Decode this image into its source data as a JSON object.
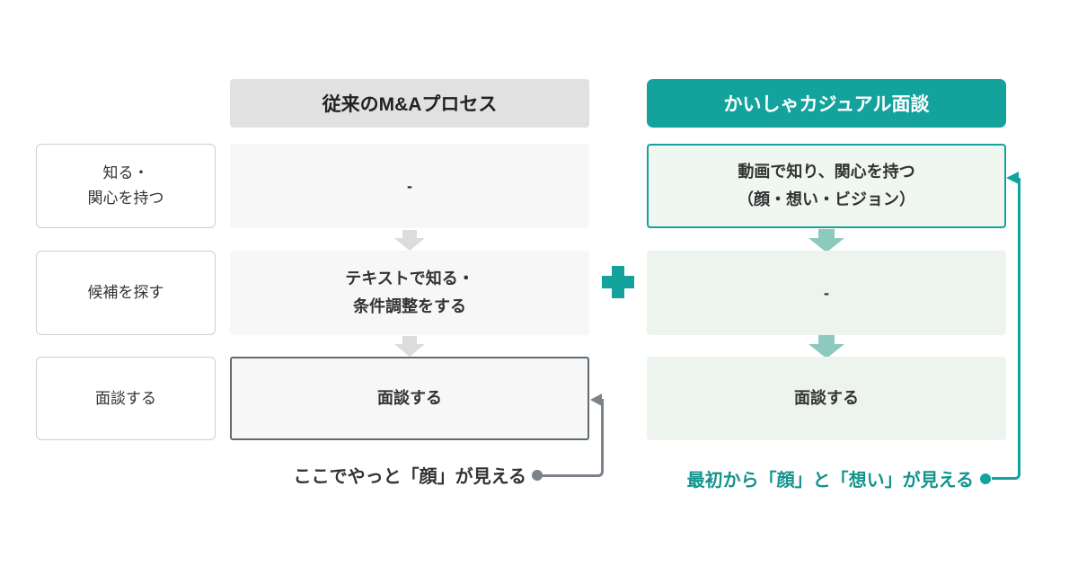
{
  "diagram": {
    "row_labels": [
      {
        "lines": [
          "知る・",
          "関心を持つ"
        ]
      },
      {
        "lines": [
          "候補を探す"
        ]
      },
      {
        "lines": [
          "面談する"
        ]
      }
    ],
    "traditional": {
      "header": "従来のM&Aプロセス",
      "cell1": {
        "lines": [
          "-"
        ]
      },
      "cell2": {
        "lines": [
          "テキストで知る・",
          "条件調整をする"
        ]
      },
      "cell3": {
        "lines": [
          "面談する"
        ]
      },
      "annotation": "ここでやっと「顔」が見える"
    },
    "casual": {
      "header": "かいしゃカジュアル面談",
      "cell1": {
        "lines": [
          "動画で知り、関心を持つ",
          "（顔・想い・ビジョン）"
        ]
      },
      "cell2": {
        "lines": [
          "-"
        ]
      },
      "cell3": {
        "lines": [
          "面談する"
        ]
      },
      "annotation": "最初から「顔」と「想い」が見える"
    },
    "colors": {
      "teal": "#14a39c",
      "teal_arrow_light": "#8ec9c0",
      "gray_header_bg": "#e1e1e1",
      "gray_cell_bg": "#f7f7f7",
      "green_cell_bg": "#edf4ee",
      "green_cell_border": "#14a39c",
      "meet_cell_border": "#5f6a73",
      "connector_gray": "#7b828a",
      "annotation_teal_text": "#12948d"
    }
  }
}
